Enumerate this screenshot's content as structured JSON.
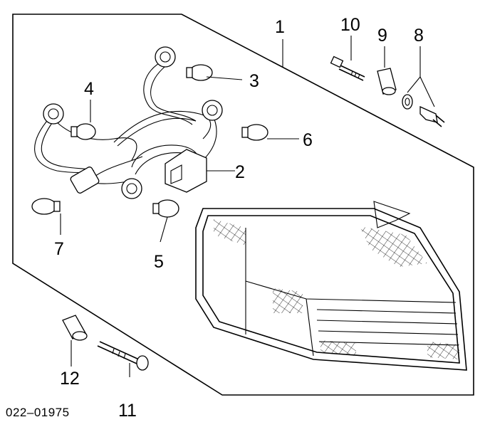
{
  "diagram": {
    "reference_code": "022–01975",
    "callouts": {
      "c1": "1",
      "c2": "2",
      "c3": "3",
      "c4": "4",
      "c5": "5",
      "c6": "6",
      "c7": "7",
      "c8": "8",
      "c9": "9",
      "c10": "10",
      "c11": "11",
      "c12": "12"
    },
    "colors": {
      "line": "#000000",
      "background": "#ffffff"
    }
  }
}
